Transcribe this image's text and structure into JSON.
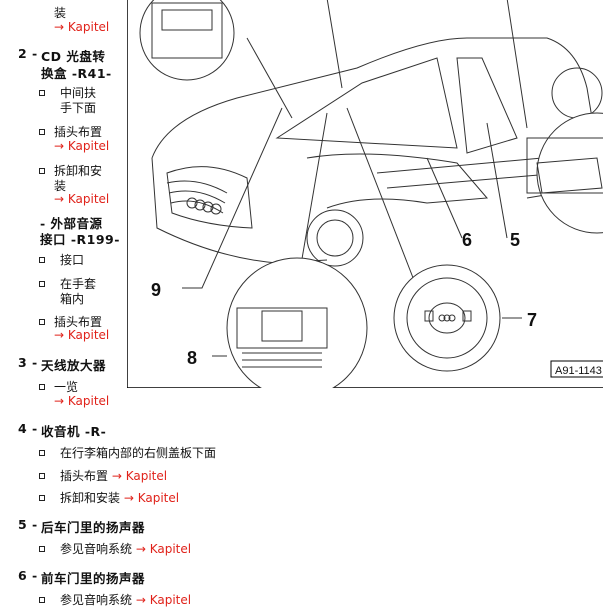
{
  "top": {
    "text_fragment": "装",
    "link": "→ Kapitel"
  },
  "left_col": {
    "item2": {
      "num": "2 -",
      "title_l1": "CD 光盘转",
      "title_l2": "换盒 -R41-",
      "bullets": [
        {
          "l1": "中间扶",
          "l2": "手下面"
        },
        {
          "l1": "插头布置",
          "link": "→ Kapitel"
        },
        {
          "l1": "拆卸和安",
          "l2": "装",
          "link": "→ Kapitel"
        }
      ]
    },
    "ext": {
      "title_l1": "- 外部音源",
      "title_l2": "接口 -R199-",
      "bullets": [
        {
          "l1": "接口"
        },
        {
          "l1": "在手套",
          "l2": "箱内"
        },
        {
          "l1": "插头布置",
          "link": "→ Kapitel"
        }
      ]
    },
    "item3": {
      "num": "3 -",
      "title": "天线放大器",
      "bullets": [
        {
          "l1": "一览",
          "link": "→ Kapitel"
        }
      ]
    }
  },
  "full": {
    "item4": {
      "num": "4 -",
      "title": "收音机 -R-",
      "bullets": [
        {
          "text": "在行李箱内部的右侧盖板下面"
        },
        {
          "text": "插头布置",
          "link": "→ Kapitel"
        },
        {
          "text": "拆卸和安装",
          "link": "→ Kapitel"
        }
      ]
    },
    "item5": {
      "num": "5 -",
      "title": "后车门里的扬声器",
      "bullets": [
        {
          "text": "参见音响系统",
          "link": "→ Kapitel"
        }
      ]
    },
    "item6": {
      "num": "6 -",
      "title": "前车门里的扬声器",
      "bullets": [
        {
          "text": "参见音响系统",
          "link": "→ Kapitel"
        }
      ]
    }
  },
  "figure": {
    "callouts": [
      "9",
      "8",
      "6",
      "5",
      "7"
    ],
    "figure_id": "A91-1143"
  },
  "colors": {
    "link": "#e0221a",
    "text": "#111111",
    "border": "#000000"
  }
}
